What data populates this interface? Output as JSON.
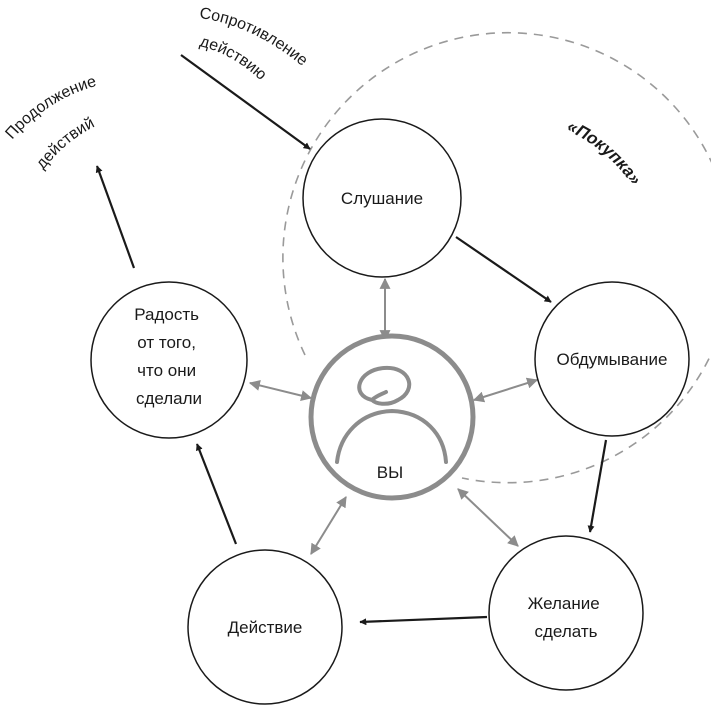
{
  "nodes": {
    "listening": {
      "lines": [
        "Слушание"
      ]
    },
    "thinking": {
      "lines": [
        "Обдумывание"
      ]
    },
    "desire": {
      "lines": [
        "Желание",
        "сделать"
      ]
    },
    "action": {
      "lines": [
        "Действие"
      ]
    },
    "joy": {
      "lines": [
        "Радость",
        "от того,",
        "что они",
        "сделали"
      ]
    },
    "center": {
      "lines": [
        "ВЫ"
      ]
    }
  },
  "labels": {
    "resistance": {
      "lines": [
        "Сопротивление",
        "действию"
      ]
    },
    "continuation": {
      "lines": [
        "Продолжение",
        "действий"
      ]
    },
    "purchase": "«Покупка»"
  },
  "colors": {
    "node_stroke": "#1a1a1a",
    "center_stroke": "#8c8c8c",
    "dashed_arc": "#9a9a9a",
    "black_arrow": "#1a1a1a",
    "gray_arrow": "#8c8c8c"
  }
}
